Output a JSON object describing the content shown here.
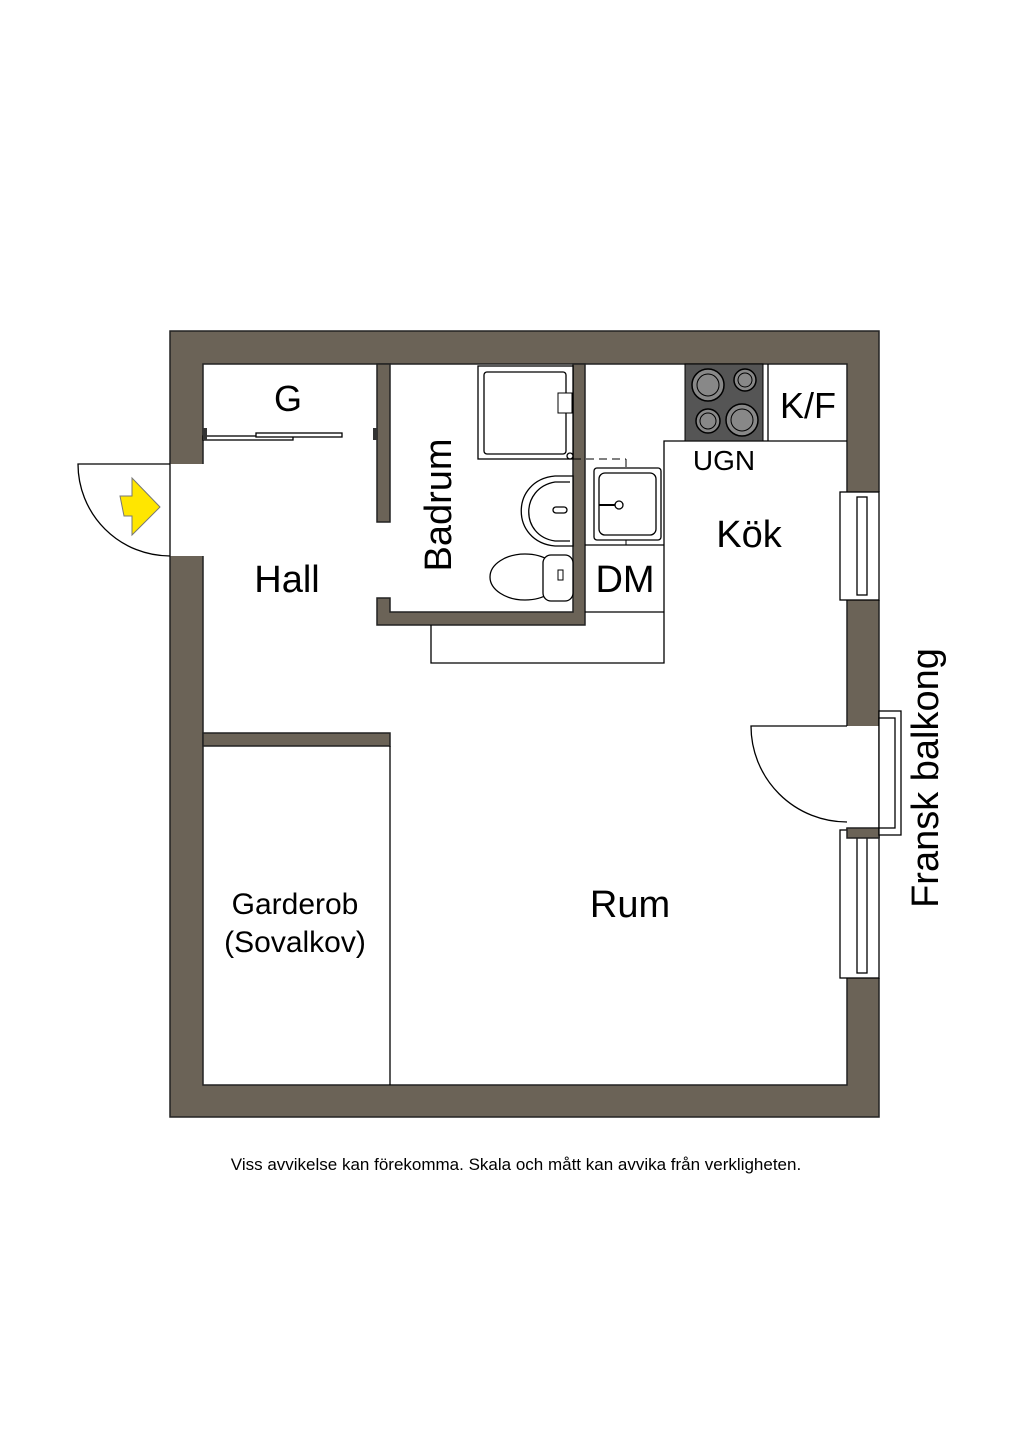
{
  "rooms": {
    "closet": "G",
    "bathroom": "Badrum",
    "hall": "Hall",
    "dishwasher": "DM",
    "kitchen": "Kök",
    "oven": "UGN",
    "fridge_freezer": "K/F",
    "living_room": "Rum",
    "wardrobe_line1": "Garderob",
    "wardrobe_line2": "(Sovalkov)"
  },
  "balcony_label": "Fransk balkong",
  "disclaimer": "Viss avvikelse kan förekomma. Skala och mått kan avvika från verkligheten.",
  "colors": {
    "wall": "#6b6357",
    "entrance_arrow": "#ffe600",
    "stove": "#555555"
  },
  "icons": [
    "entrance-arrow-icon",
    "stove-icon",
    "sink-icon",
    "toilet-icon",
    "shower-icon",
    "washbasin-icon"
  ]
}
